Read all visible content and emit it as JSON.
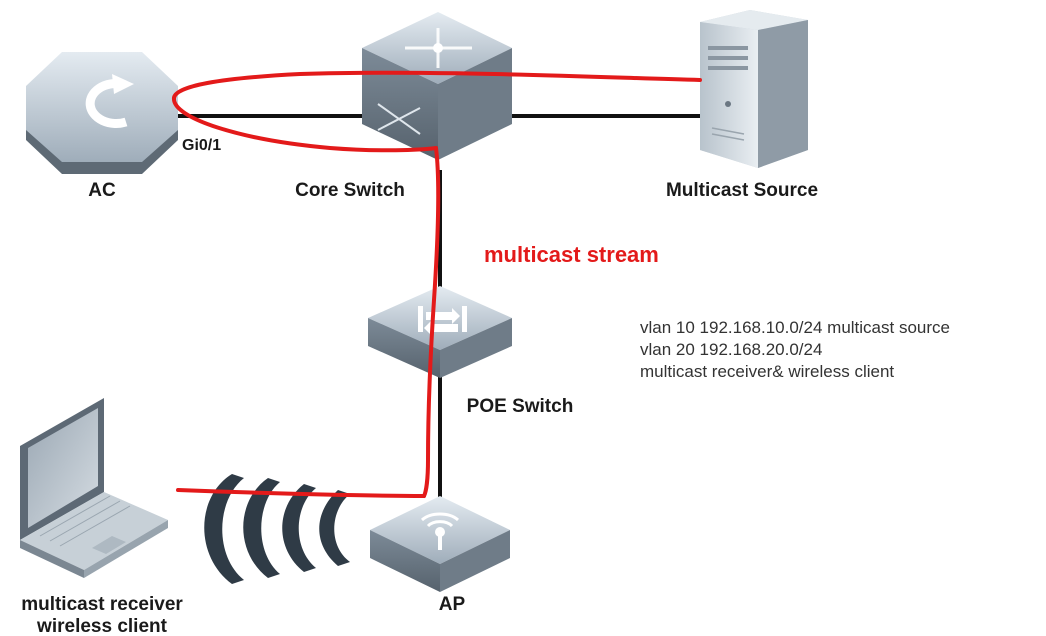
{
  "nodes": {
    "ac": "AC",
    "core_switch": "Core Switch",
    "multicast_source": "Multicast Source",
    "poe_switch": "POE Switch",
    "ap": "AP",
    "client_line1": "multicast receiver",
    "client_line2": "wireless client"
  },
  "port": "Gi0/1",
  "stream_label": "multicast stream",
  "vlan_info": [
    "vlan 10  192.168.10.0/24 multicast source",
    "vlan 20  192.168.20.0/24",
    "multicast receiver& wireless client"
  ],
  "colors": {
    "link": "#111111",
    "stream": "#e31a1a",
    "device": "#8a98a6"
  }
}
